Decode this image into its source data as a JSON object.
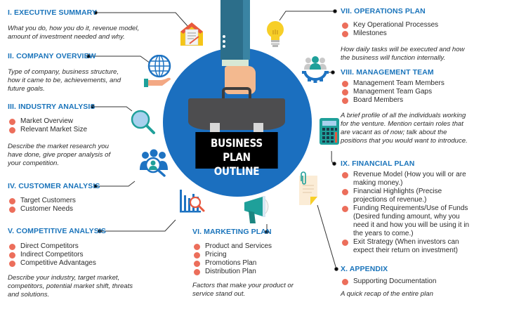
{
  "center": {
    "title_line1": "BUSINESS PLAN",
    "title_line2": "OUTLINE",
    "circle_color": "#1b6fbf"
  },
  "colors": {
    "heading": "#1a74bb",
    "bullet": "#ec6e5b",
    "teal": "#1fa09a"
  },
  "sections": [
    {
      "title": "I. EXECUTIVE SUMMARY",
      "icon": "document-house-icon",
      "bullets": [],
      "description": "What you do, how you do it, revenue model, amount of investment needed and why."
    },
    {
      "title": "II. COMPANY OVERVIEW",
      "icon": "globe-hand-icon",
      "bullets": [],
      "description": "Type of company, business structure, how it came to be, achievements, and future goals."
    },
    {
      "title": "III. INDUSTRY ANALYSIS",
      "icon": "magnifier-icon",
      "bullets": [
        "Market Overview",
        "Relevant Market Size"
      ],
      "description": "Describe the market research you have done, give proper analysis of your competition."
    },
    {
      "title": "IV. CUSTOMER ANALYSIS",
      "icon": "people-search-icon",
      "bullets": [
        "Target Customers",
        "Customer Needs"
      ],
      "description": ""
    },
    {
      "title": "V. COMPETITIVE ANALYSIS",
      "icon": "bar-chart-search-icon",
      "bullets": [
        "Direct Competitors",
        "Indirect Competitors",
        "Competitive Advantages"
      ],
      "description": "Describe your industry, target market, competitors, potential market shift, threats and solutions."
    },
    {
      "title": "VI. MARKETING PLAN",
      "icon": "megaphone-icon",
      "bullets": [
        "Product and Services",
        "Pricing",
        "Promotions Plan",
        "Distribution Plan"
      ],
      "description": "Factors that make your product or service stand out."
    },
    {
      "title": "VII. OPERATIONS PLAN",
      "icon": "lightbulb-icon",
      "bullets": [
        "Key Operational Processes",
        "Milestones"
      ],
      "description": "How daily tasks will be executed and how the business will function internally."
    },
    {
      "title": "VIII. MANAGEMENT TEAM",
      "icon": "team-gear-icon",
      "bullets": [
        "Management Team Members",
        "Management Team Gaps",
        "Board Members"
      ],
      "description": "A brief profile of all the individuals working for the venture. Mention certain roles that are vacant as of now; talk about the positions that you would want to introduce."
    },
    {
      "title": "IX. FINANCIAL PLAN",
      "icon": "calculator-icon",
      "bullets": [
        "Revenue Model (How you will or are making money.)",
        "Financial Highlights (Precise projections of revenue.)",
        "Funding Requirements/Use of Funds (Desired funding amount, why you need it and how you will be using it in the years to come.)",
        "Exit Strategy (When investors can expect their return on investment)"
      ],
      "description": ""
    },
    {
      "title": "X. APPENDIX",
      "icon": "paperclip-document-icon",
      "bullets": [
        "Supporting Documentation"
      ],
      "description": "A quick recap of the entire plan"
    }
  ]
}
